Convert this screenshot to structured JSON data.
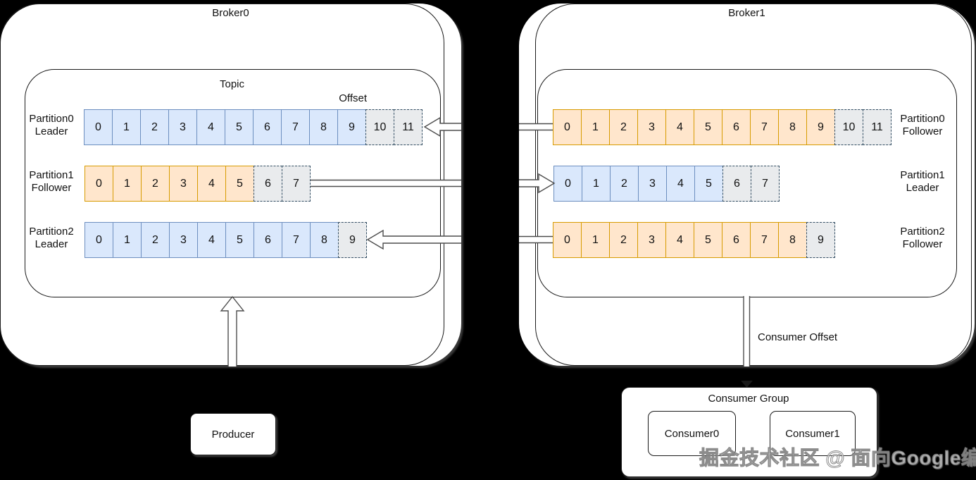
{
  "palette": {
    "bg": "#000000",
    "box_fill": "#ffffff",
    "border": "#1a1a1a",
    "line": "#4d4d4d",
    "text": "#111111",
    "blue_fill": "#dae8fc",
    "blue_stroke": "#6c8ebf",
    "orange_fill": "#ffe6cc",
    "orange_stroke": "#d79b00",
    "pending_fill": "#e9ebed",
    "pending_stroke": "#334e63"
  },
  "broker0": {
    "title": "Broker0",
    "topic_label": "Topic",
    "offset_label": "Offset",
    "partitions": [
      {
        "name": "Partition0",
        "role": "Leader",
        "color": "blue",
        "cells": [
          "0",
          "1",
          "2",
          "3",
          "4",
          "5",
          "6",
          "7",
          "8",
          "9"
        ],
        "pending_cells": [
          "10",
          "11"
        ]
      },
      {
        "name": "Partition1",
        "role": "Follower",
        "color": "orange",
        "cells": [
          "0",
          "1",
          "2",
          "3",
          "4",
          "5"
        ],
        "pending_cells": [
          "6",
          "7"
        ]
      },
      {
        "name": "Partition2",
        "role": "Leader",
        "color": "blue",
        "cells": [
          "0",
          "1",
          "2",
          "3",
          "4",
          "5",
          "6",
          "7",
          "8"
        ],
        "pending_cells": [
          "9"
        ]
      }
    ]
  },
  "broker1": {
    "title": "Broker1",
    "partitions": [
      {
        "name": "Partition0",
        "role": "Follower",
        "color": "orange",
        "cells": [
          "0",
          "1",
          "2",
          "3",
          "4",
          "5",
          "6",
          "7",
          "8",
          "9"
        ],
        "pending_cells": [
          "10",
          "11"
        ]
      },
      {
        "name": "Partition1",
        "role": "Leader",
        "color": "blue",
        "cells": [
          "0",
          "1",
          "2",
          "3",
          "4",
          "5"
        ],
        "pending_cells": [
          "6",
          "7"
        ]
      },
      {
        "name": "Partition2",
        "role": "Follower",
        "color": "orange",
        "cells": [
          "0",
          "1",
          "2",
          "3",
          "4",
          "5",
          "6",
          "7",
          "8"
        ],
        "pending_cells": [
          "9"
        ]
      }
    ]
  },
  "producer": {
    "label": "Producer"
  },
  "consumer_group": {
    "title": "Consumer Group",
    "offset_label": "Consumer Offset",
    "consumers": [
      "Consumer0",
      "Consumer1"
    ]
  },
  "watermark": {
    "text": "掘金技术社区 @ 面向Google编程"
  }
}
